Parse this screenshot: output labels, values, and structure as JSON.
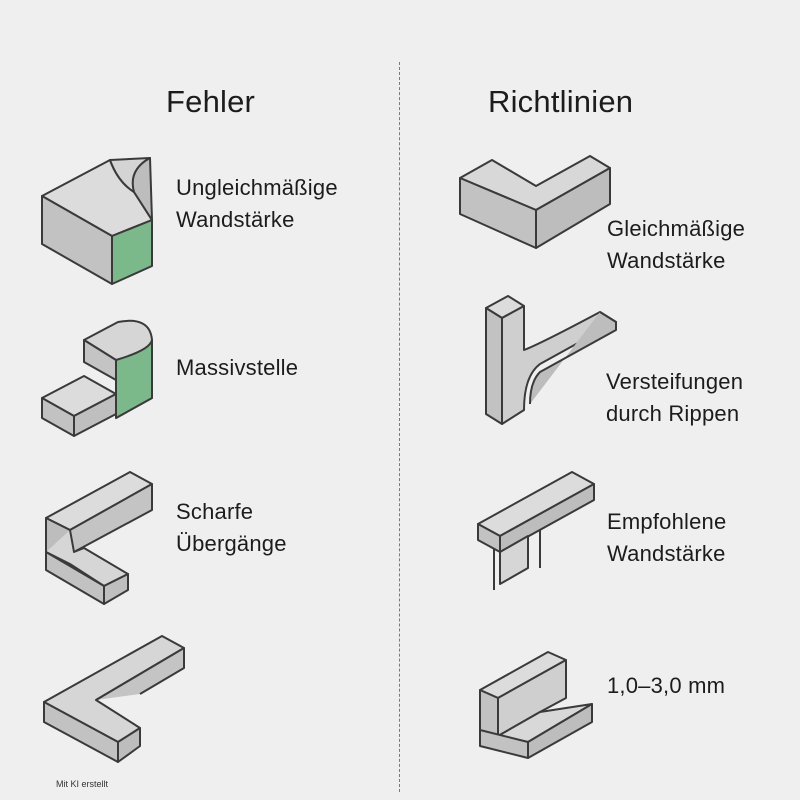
{
  "headings": {
    "left": "Fehler",
    "right": "Richtlinien"
  },
  "left_items": [
    {
      "label": "Ungleichmäßige\nWandstärke",
      "icon": "uneven-wall-block-icon"
    },
    {
      "label": "Massivstelle",
      "icon": "solid-mass-block-icon"
    },
    {
      "label": "Scharfe\nÜbergänge",
      "icon": "sharp-corner-bracket-icon"
    },
    {
      "label": "",
      "icon": "v-shaped-profile-icon"
    }
  ],
  "right_items": [
    {
      "label": "Gleichmäßige\nWandstärke",
      "icon": "even-l-profile-icon"
    },
    {
      "label": "Versteifungen\ndurch Rippen",
      "icon": "rib-reinforced-y-icon"
    },
    {
      "label": "Empfohlene\nWandstärke",
      "icon": "t-profile-icon"
    },
    {
      "label": "1,0–3,0 mm",
      "icon": "l-angle-block-icon"
    }
  ],
  "colors": {
    "fill": "#c9c9c9",
    "stroke": "#3a3a3a",
    "highlight": "#7cb98a",
    "background": "#efefef"
  },
  "footer": "Mit KI erstellt"
}
